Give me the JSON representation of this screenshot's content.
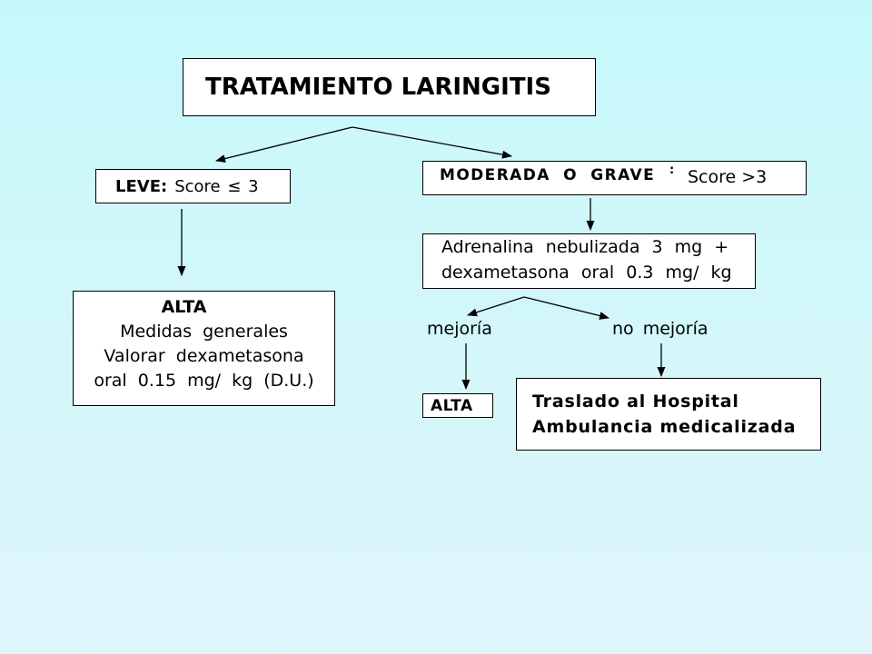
{
  "slide": {
    "title": "TRATAMIENTO LARINGITIS",
    "leve": {
      "label": "LEVE:",
      "score": "Score ≤ 3"
    },
    "moderada": {
      "label": "MODERADA O GRAVE",
      "colon": ":",
      "score": "Score >3"
    },
    "alta_left": {
      "title": "ALTA",
      "line1": "Medidas generales",
      "line2": "Valorar dexametasona",
      "line3": "oral 0.15 mg/ kg (D.U.)"
    },
    "treatment": {
      "line1": "Adrenalina nebulizada 3 mg +",
      "line2": "dexametasona oral 0.3 mg/ kg"
    },
    "improvement": "mejoría",
    "no_improvement": "no mejoría",
    "alta_right": "ALTA",
    "transfer": {
      "line1": "Traslado al Hospital",
      "line2": "Ambulancia medicalizada"
    }
  },
  "colors": {
    "background_top": "#c6f8fa",
    "background_bottom": "#dff6fb",
    "box_fill": "#ffffff",
    "line": "#000000"
  }
}
